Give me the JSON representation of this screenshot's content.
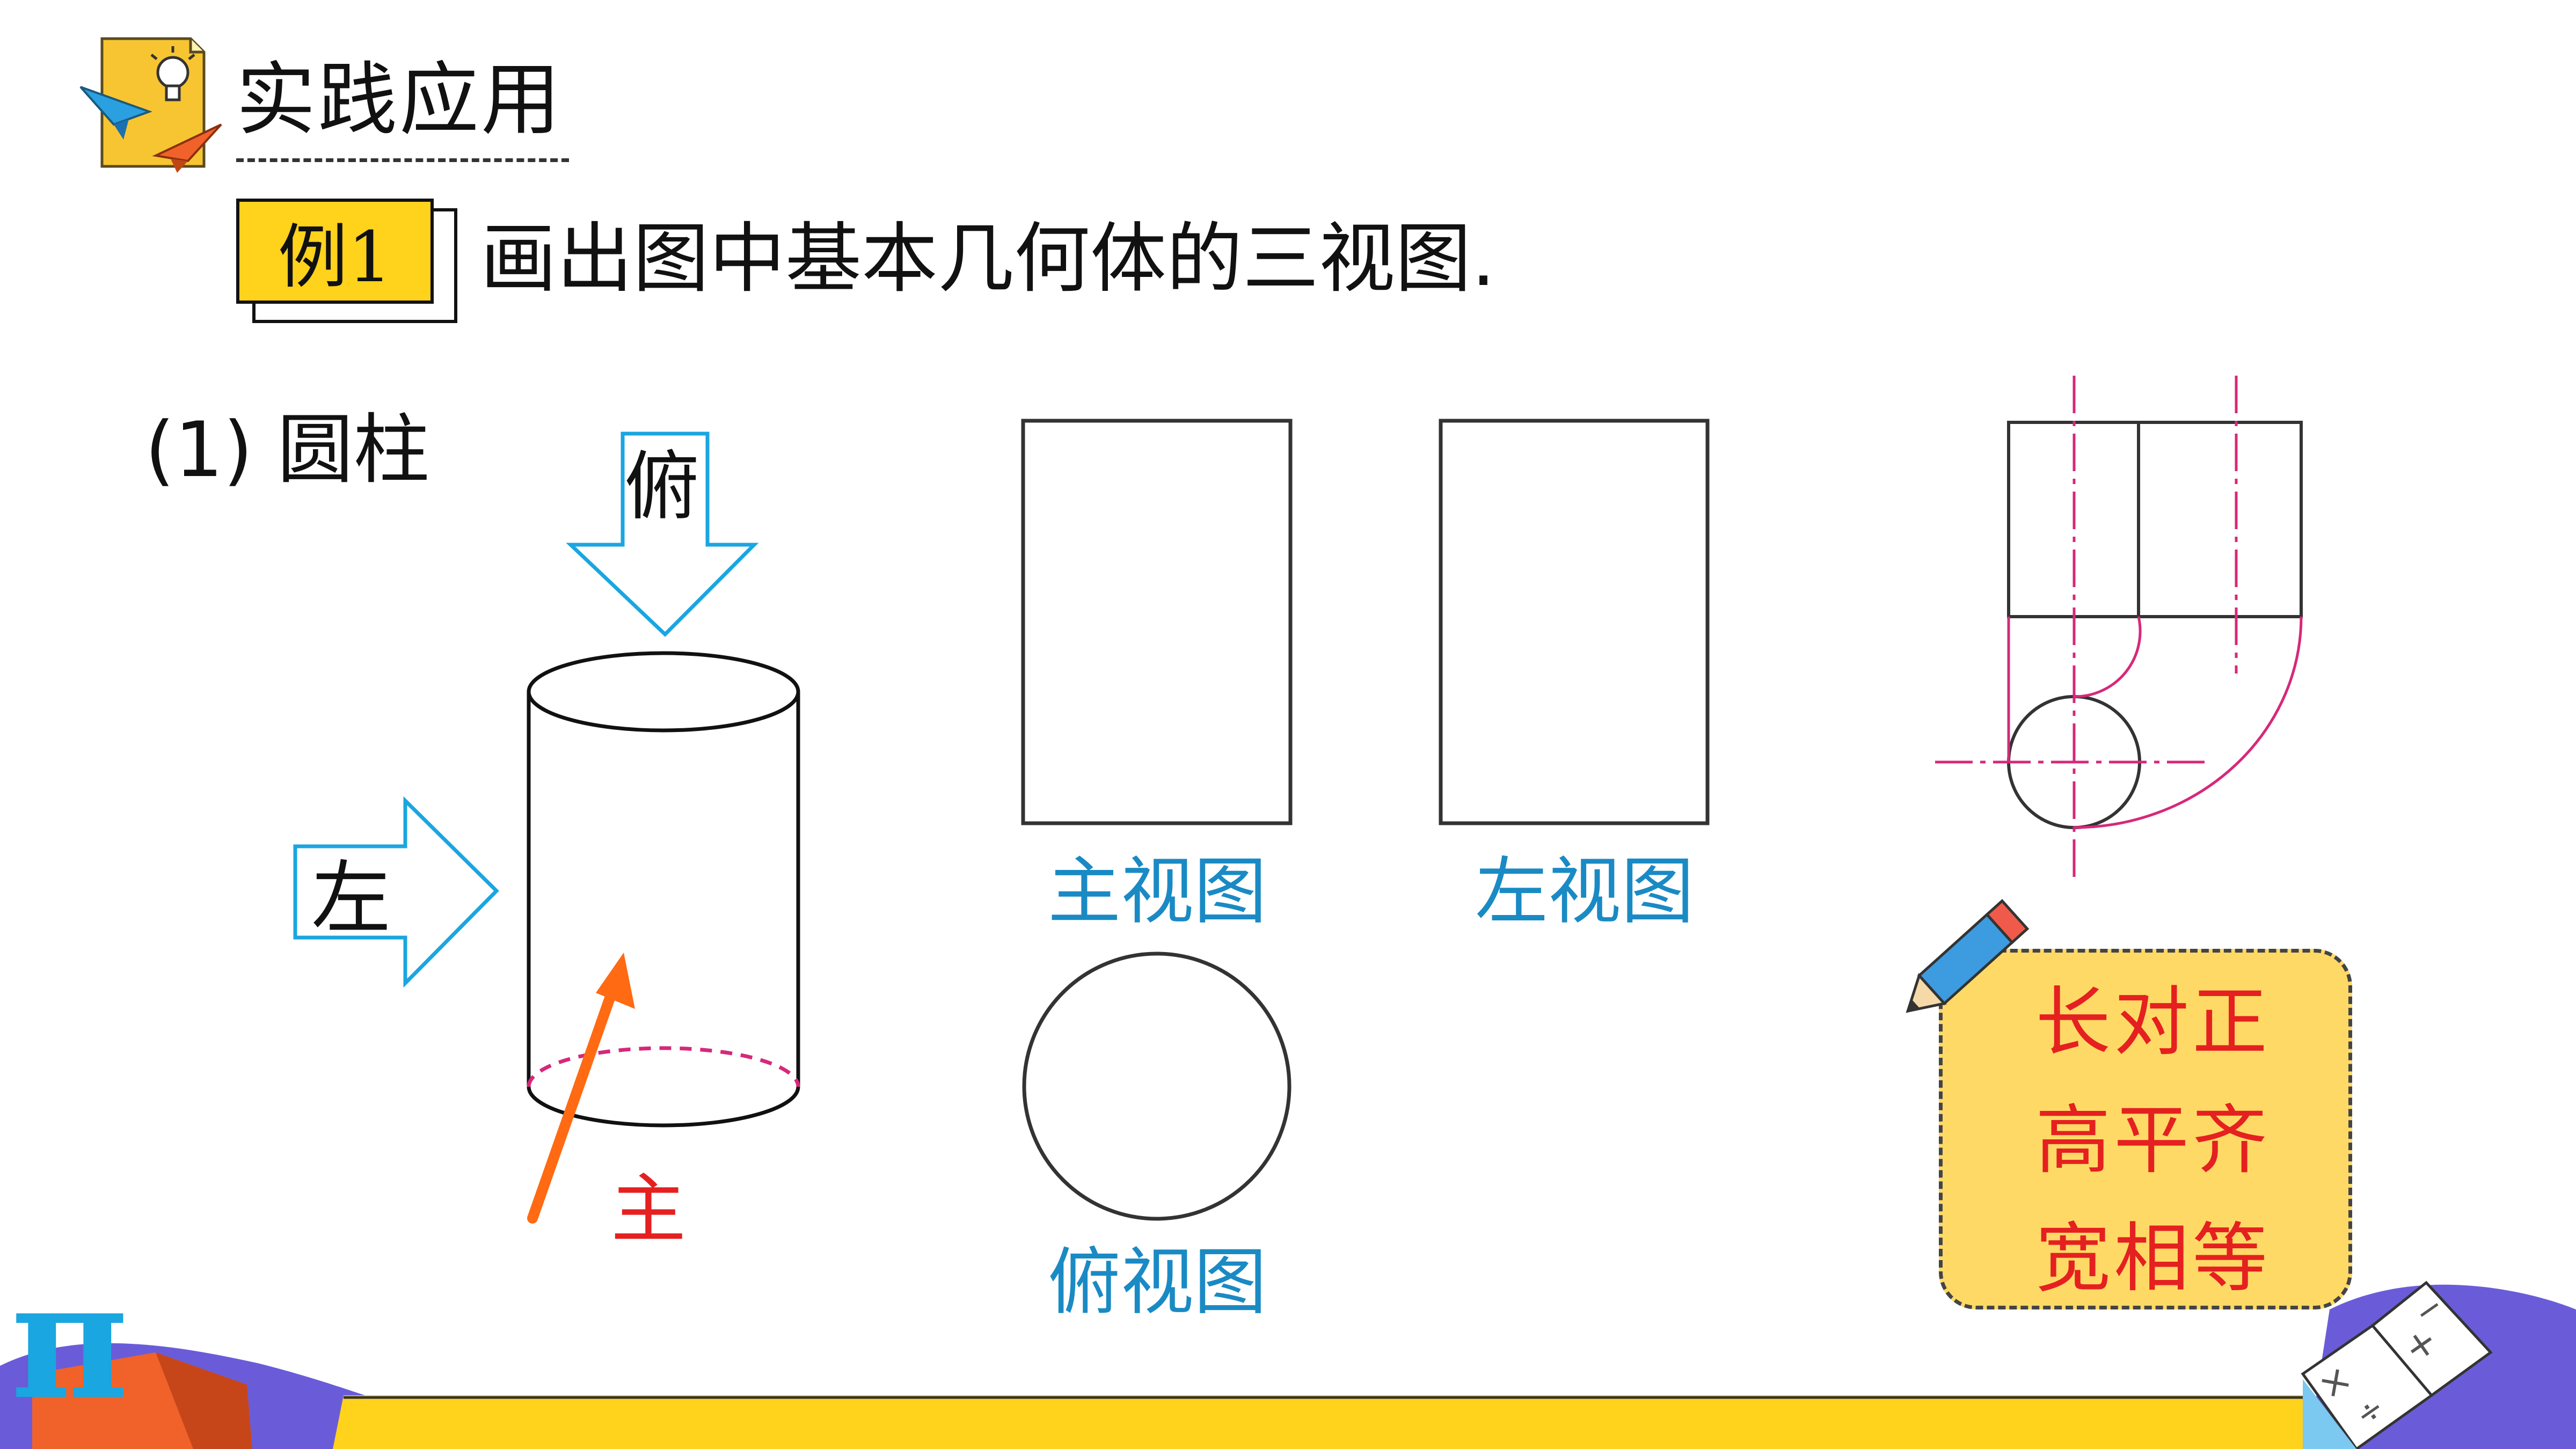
{
  "header": {
    "title": "实践应用",
    "icon": "idea-document-icon"
  },
  "example": {
    "badge": "例1",
    "problem": "画出图中基本几何体的三视图."
  },
  "part": {
    "label": "(1) 圆柱"
  },
  "directions": {
    "top": "俯",
    "left": "左",
    "main": "主"
  },
  "views": {
    "front": "主视图",
    "side": "左视图",
    "top": "俯视图"
  },
  "rules": {
    "line1": "长对正",
    "line2": "高平齐",
    "line3": "宽相等"
  },
  "colors": {
    "accent": "#FFD21C",
    "arrow_blue": "#1AA6E0",
    "arrow_orange": "#FF6A13",
    "guide_magenta": "#D6287A",
    "caption_blue": "#1A8AC4",
    "rule_red": "#E52020",
    "note_fill": "#FFD966"
  },
  "decor": {
    "pi_symbol": "π",
    "book_symbols": [
      "×",
      "+",
      "÷",
      "−"
    ]
  }
}
